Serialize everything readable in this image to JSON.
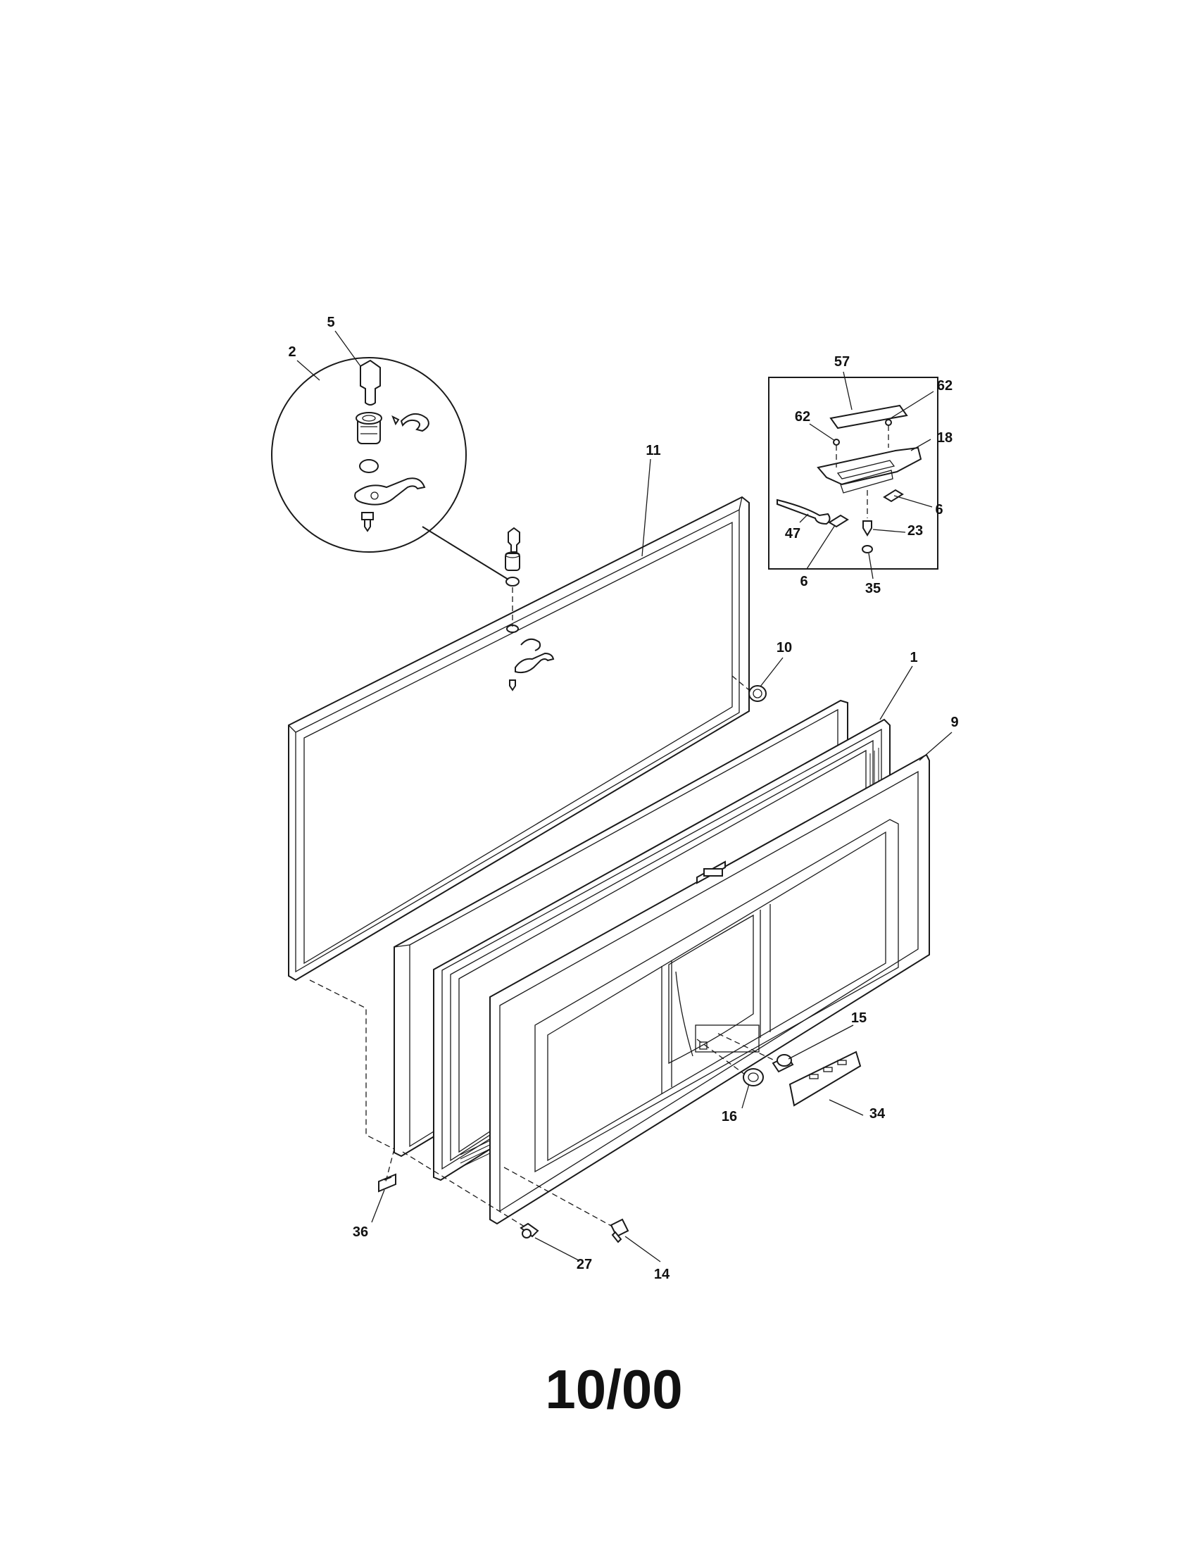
{
  "labels": {
    "p1": "1",
    "p2": "2",
    "p5": "5",
    "p6a": "6",
    "p6b": "6",
    "p9": "9",
    "p10": "10",
    "p11": "11",
    "p14": "14",
    "p15": "15",
    "p16": "16",
    "p18": "18",
    "p23": "23",
    "p27": "27",
    "p34": "34",
    "p35": "35",
    "p36": "36",
    "p47": "47",
    "p57": "57",
    "p62a": "62",
    "p62b": "62"
  },
  "footer": "10/00"
}
